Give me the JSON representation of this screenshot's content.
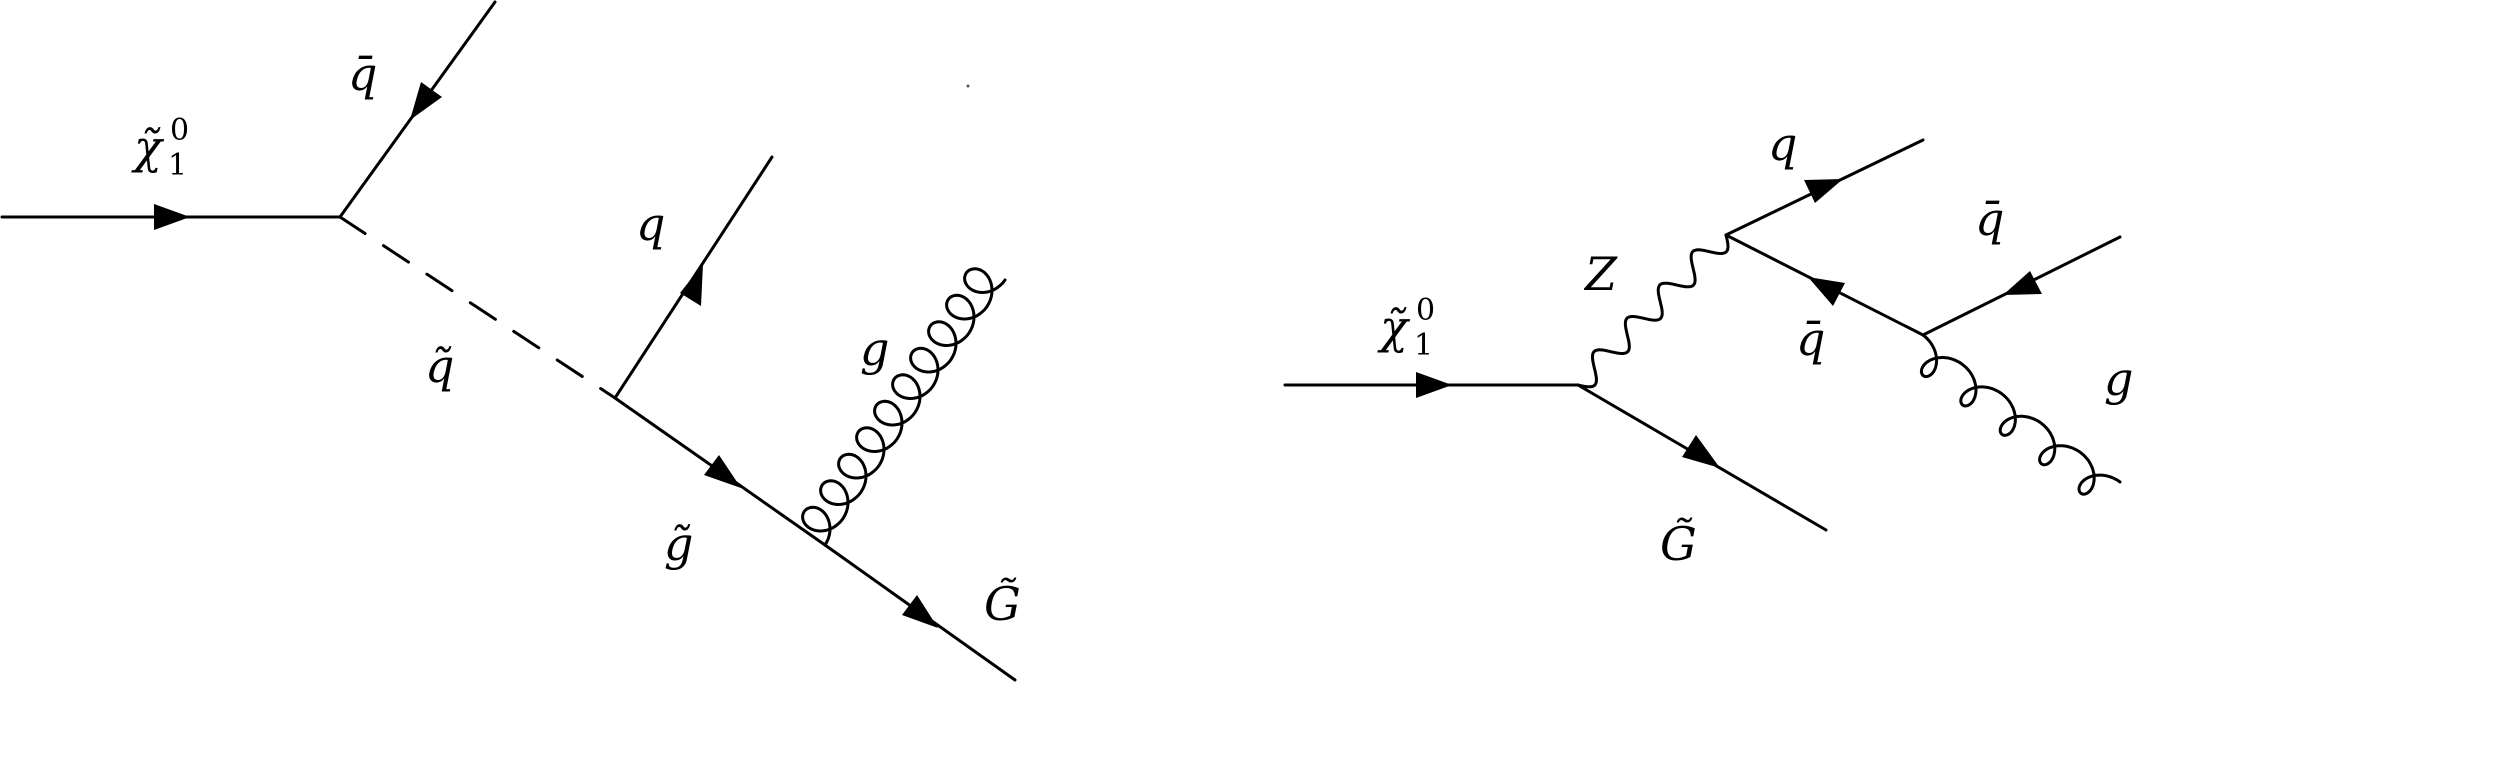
{
  "diagram_left": {
    "labels": {
      "neutralino": "χ̃",
      "neutralino_super": "0",
      "neutralino_sub": "1",
      "antiquark": "q̄",
      "squark": "q̃",
      "quark": "q",
      "gluino": "g̃",
      "gluon": "g",
      "gravitino": "G̃"
    }
  },
  "diagram_right": {
    "labels": {
      "neutralino": "χ̃",
      "neutralino_super": "0",
      "neutralino_sub": "1",
      "z_boson": "Z",
      "quark": "q",
      "antiquark_1": "q̄",
      "antiquark_2": "q̄",
      "gluon": "g",
      "gravitino": "G̃"
    }
  },
  "colors": {
    "ink": "#000000",
    "background": "#ffffff"
  }
}
